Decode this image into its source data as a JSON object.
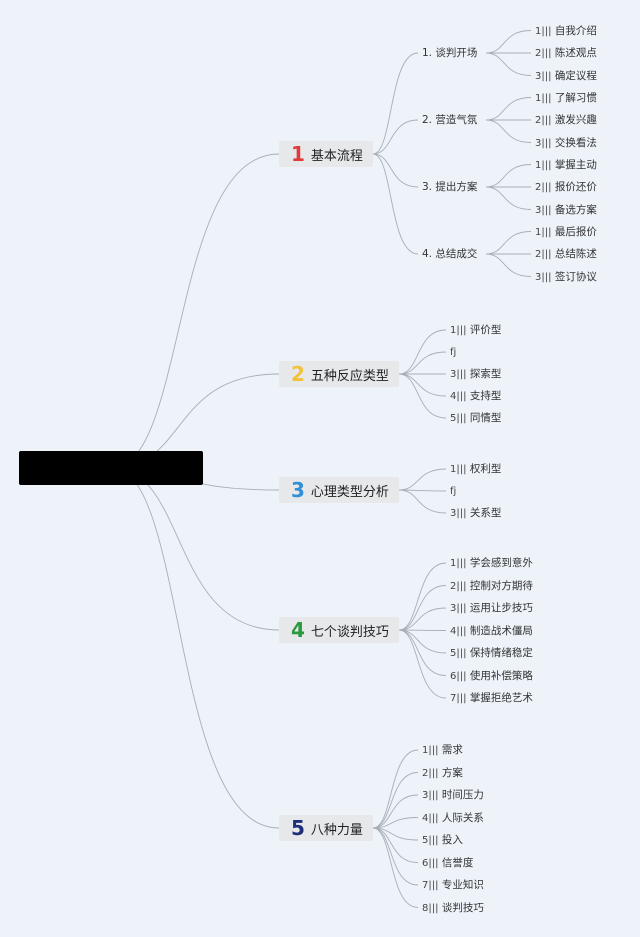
{
  "root": {
    "label": ""
  },
  "colors": {
    "branch1": "#e03a3a",
    "branch2": "#f2c23a",
    "branch3": "#2f8fd8",
    "branch4": "#2a9a3c",
    "branch5": "#1d2f7a",
    "line": "#a9aeb5",
    "background": "#eef3fa"
  },
  "branches": [
    {
      "num": "1",
      "label": "基本流程",
      "children": [
        {
          "label": "1. 谈判开场",
          "leaves": [
            {
              "prefix": "1|||",
              "label": "自我介绍"
            },
            {
              "prefix": "2|||",
              "label": "陈述观点"
            },
            {
              "prefix": "3|||",
              "label": "确定议程"
            }
          ]
        },
        {
          "label": "2. 营造气氛",
          "leaves": [
            {
              "prefix": "1|||",
              "label": "了解习惯"
            },
            {
              "prefix": "2|||",
              "label": "激发兴趣"
            },
            {
              "prefix": "3|||",
              "label": "交换看法"
            }
          ]
        },
        {
          "label": "3. 提出方案",
          "leaves": [
            {
              "prefix": "1|||",
              "label": "掌握主动"
            },
            {
              "prefix": "2|||",
              "label": "报价还价"
            },
            {
              "prefix": "3|||",
              "label": "备选方案"
            }
          ]
        },
        {
          "label": "4. 总结成交",
          "leaves": [
            {
              "prefix": "1|||",
              "label": "最后报价"
            },
            {
              "prefix": "2|||",
              "label": "总结陈述"
            },
            {
              "prefix": "3|||",
              "label": "签订协议"
            }
          ]
        }
      ]
    },
    {
      "num": "2",
      "label": "五种反应类型",
      "leaves": [
        {
          "prefix": "1|||",
          "label": "评价型"
        },
        {
          "prefix": "fj",
          "label": ""
        },
        {
          "prefix": "3|||",
          "label": "探索型"
        },
        {
          "prefix": "4|||",
          "label": "支持型"
        },
        {
          "prefix": "5|||",
          "label": "同情型"
        }
      ]
    },
    {
      "num": "3",
      "label": "心理类型分析",
      "leaves": [
        {
          "prefix": "1|||",
          "label": "权利型"
        },
        {
          "prefix": "fj",
          "label": ""
        },
        {
          "prefix": "3|||",
          "label": "关系型"
        }
      ]
    },
    {
      "num": "4",
      "label": "七个谈判技巧",
      "leaves": [
        {
          "prefix": "1|||",
          "label": "学会感到意外"
        },
        {
          "prefix": "2|||",
          "label": "控制对方期待"
        },
        {
          "prefix": "3|||",
          "label": "运用让步技巧"
        },
        {
          "prefix": "4|||",
          "label": "制造战术僵局"
        },
        {
          "prefix": "5|||",
          "label": "保持情绪稳定"
        },
        {
          "prefix": "6|||",
          "label": "使用补偿策略"
        },
        {
          "prefix": "7|||",
          "label": "掌握拒绝艺术"
        }
      ]
    },
    {
      "num": "5",
      "label": "八种力量",
      "leaves": [
        {
          "prefix": "1|||",
          "label": "需求"
        },
        {
          "prefix": "2|||",
          "label": "方案"
        },
        {
          "prefix": "3|||",
          "label": "时间压力"
        },
        {
          "prefix": "4|||",
          "label": "人际关系"
        },
        {
          "prefix": "5|||",
          "label": "投入"
        },
        {
          "prefix": "6|||",
          "label": "信誉度"
        },
        {
          "prefix": "7|||",
          "label": "专业知识"
        },
        {
          "prefix": "8|||",
          "label": "谈判技巧"
        }
      ]
    }
  ]
}
